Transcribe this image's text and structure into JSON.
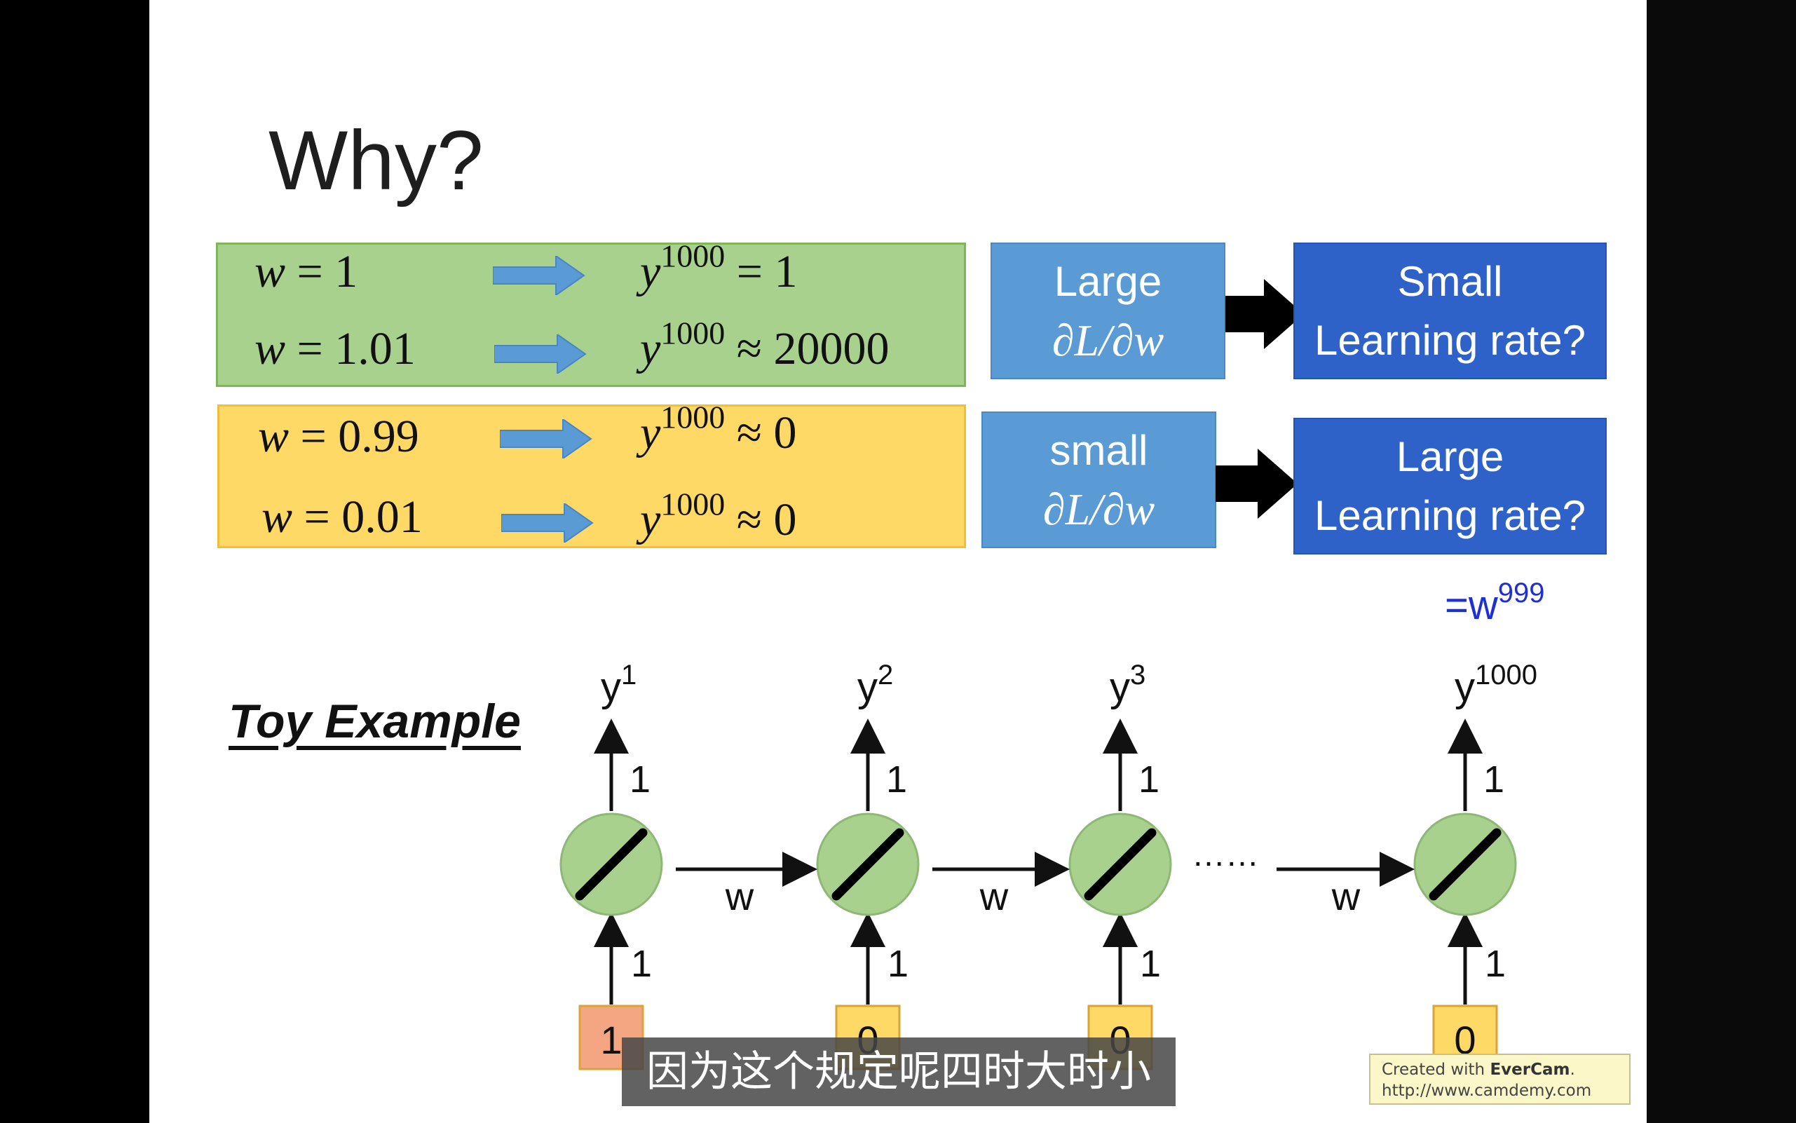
{
  "slide": {
    "title": "Why?",
    "green_rows": [
      {
        "lhs_var": "w",
        "lhs_val": "= 1",
        "rhs_base": "y",
        "rhs_exp": "1000",
        "rhs_rel": "= 1"
      },
      {
        "lhs_var": "w",
        "lhs_val": "= 1.01",
        "rhs_base": "y",
        "rhs_exp": "1000",
        "rhs_rel": "≈ 20000"
      }
    ],
    "yellow_rows": [
      {
        "lhs_var": "w",
        "lhs_val": "= 0.99",
        "rhs_base": "y",
        "rhs_exp": "1000",
        "rhs_rel": "≈ 0"
      },
      {
        "lhs_var": "w",
        "lhs_val": "= 0.01",
        "rhs_base": "y",
        "rhs_exp": "1000",
        "rhs_rel": "≈ 0"
      }
    ],
    "boxes": {
      "large_gradient": {
        "line1": "Large",
        "line2": "∂L/∂w"
      },
      "small_lr": {
        "line1": "Small",
        "line2": "Learning rate?"
      },
      "small_gradient": {
        "line1": "small",
        "line2": "∂L/∂w"
      },
      "large_lr": {
        "line1": "Large",
        "line2": "Learning rate?"
      }
    },
    "w_note": {
      "base": "=w",
      "exp": "999"
    },
    "toy_example": "Toy Example",
    "network": {
      "nodes": [
        {
          "output_base": "y",
          "output_exp": "1",
          "output_weight": "1",
          "input_weight": "1",
          "input_value": "1",
          "input_color": "#f4a582"
        },
        {
          "output_base": "y",
          "output_exp": "2",
          "output_weight": "1",
          "input_weight": "1",
          "input_value": "0",
          "input_color": "#ffd966"
        },
        {
          "output_base": "y",
          "output_exp": "3",
          "output_weight": "1",
          "input_weight": "1",
          "input_value": "0",
          "input_color": "#ffd966"
        },
        {
          "output_base": "y",
          "output_exp": "1000",
          "output_weight": "1",
          "input_weight": "1",
          "input_value": "0",
          "input_color": "#ffd966"
        }
      ],
      "recurrent_weight": "w",
      "ellipsis": "……"
    },
    "colors": {
      "green": "#a9d18e",
      "yellow": "#ffd966",
      "light_blue": "#5b9bd5",
      "dark_blue": "#2f62c8",
      "node": "#a9d18e"
    }
  },
  "subtitle": "因为这个规定呢四时大时小",
  "watermark": {
    "line1_prefix": "Created with ",
    "line1_brand": "EverCam",
    "line1_suffix": ".",
    "line2": "http://www.camdemy.com"
  }
}
